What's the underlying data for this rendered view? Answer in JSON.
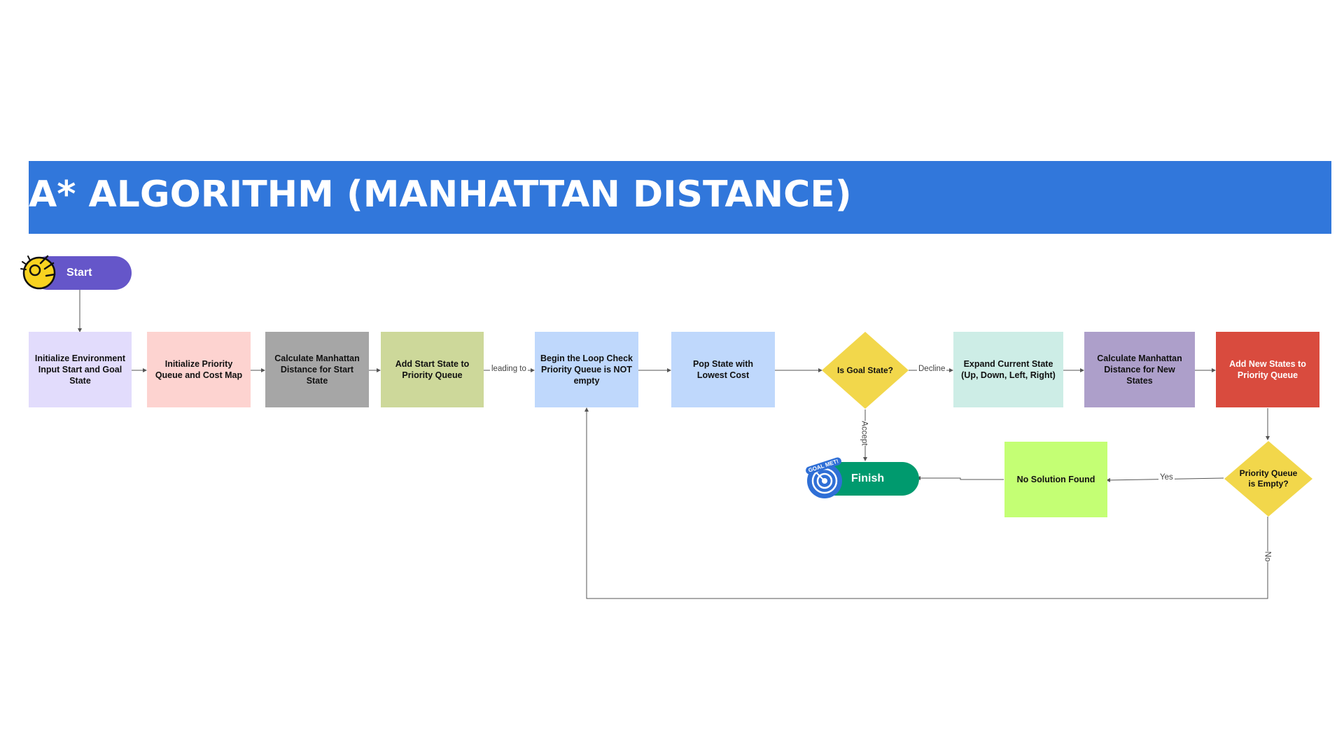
{
  "title": "A* ALGORITHM (MANHATTAN DISTANCE)",
  "start": {
    "label": "Start",
    "icon": "ok-hand-icon",
    "color": "#6556c9"
  },
  "finish": {
    "label": "Finish",
    "badge_text": "GOAL MET!",
    "icon": "target-icon",
    "color": "#009a6e"
  },
  "steps": {
    "init_env": "Initialize Environment Input Start and Goal State",
    "init_queue": "Initialize Priority Queue and Cost Map",
    "calc_start": "Calculate Manhattan Distance for Start State",
    "add_start": "Add Start State to Priority Queue",
    "begin_loop": "Begin the Loop Check Priority Queue is NOT empty",
    "pop_state": "Pop State with Lowest Cost",
    "expand_state": "Expand Current State (Up, Down, Left, Right)",
    "calc_new": "Calculate Manhattan Distance for New States",
    "add_new": "Add New States to Priority Queue",
    "no_solution": "No Solution Found"
  },
  "decisions": {
    "is_goal": "Is Goal State?",
    "queue_empty": "Priority Queue is Empty?"
  },
  "edge_labels": {
    "leading_to": "leading to",
    "decline": "Decline",
    "accept": "Accept",
    "yes": "Yes",
    "no": "No"
  },
  "colors": {
    "banner": "#3177db",
    "init_env": "#e2dcfc",
    "init_queue": "#fdd3d0",
    "calc_start": "#a6a6a6",
    "add_start": "#cdd89a",
    "begin_loop": "#bfd8fc",
    "pop_state": "#bfd8fc",
    "decision": "#f2d74b",
    "expand_state": "#cdede6",
    "calc_new": "#ad9fca",
    "add_new": "#d94b3e",
    "no_solution": "#c4ff74"
  }
}
